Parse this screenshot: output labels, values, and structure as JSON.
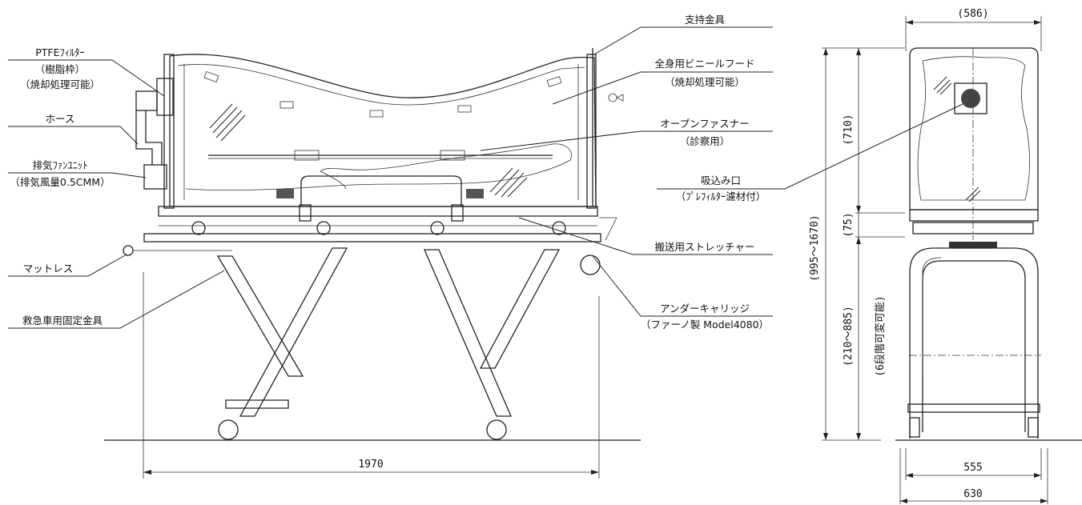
{
  "labels": {
    "support_bracket": "支持金具",
    "vinyl_hood": "全身用ビニールフード",
    "vinyl_hood_note": "（焼却処理可能）",
    "open_zipper": "オープンファスナー",
    "open_zipper_note": "（診察用）",
    "intake": "吸込み口",
    "intake_note": "（ﾌﾟﾚﾌｨﾙﾀｰ濾材付）",
    "stretcher": "搬送用ストレッチャー",
    "undercarriage": "アンダーキャリッジ",
    "undercarriage_note": "（ファーノ製 Model4080）",
    "ptfe_filter": "PTFEﾌｨﾙﾀｰ",
    "ptfe_filter_note1": "（樹脂枠）",
    "ptfe_filter_note2": "（焼却処理可能）",
    "hose": "ホース",
    "exhaust_fan": "排気ﾌｧﾝﾕﾆｯﾄ",
    "exhaust_fan_note": "（排気風量0.5CMM）",
    "mattress": "マットレス",
    "ambulance_bracket": "救急車用固定金具"
  },
  "dimensions": {
    "overall_length": "1970",
    "hood_width": "(586)",
    "hood_height": "(710)",
    "base_gap": "(75)",
    "total_height": "(995～1670)",
    "frame_height": "(210～885)",
    "height_steps": "(6段階可変可能)",
    "inner_width": "555",
    "outer_width": "630"
  }
}
